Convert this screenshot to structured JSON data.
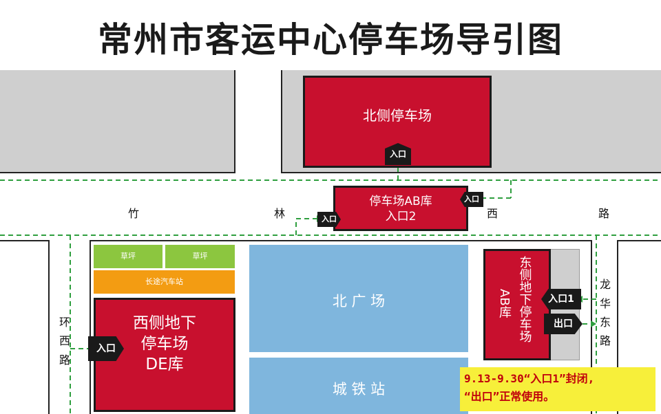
{
  "title": "常州市客运中心停车场导引图",
  "north_lot": {
    "label": "北侧停车场",
    "entrance": "入口"
  },
  "ab_lot_entrance": {
    "line1": "停车场AB库",
    "line2": "入口2",
    "entrance_left": "入口",
    "entrance_right": "入口"
  },
  "road_zhulin": {
    "c1": "竹",
    "c2": "林",
    "c3": "西",
    "c4": "路"
  },
  "road_huanxi": {
    "c1": "环",
    "c2": "西",
    "c3": "路"
  },
  "road_longhua": {
    "c1": "龙",
    "c2": "华",
    "c3": "东",
    "c4": "路"
  },
  "grass_left": "草坪",
  "grass_right": "草坪",
  "bus_station": "长途汽车站",
  "west_lot": {
    "line1": "西侧地下",
    "line2": "停车场",
    "line3": "DE库",
    "entrance": "入口"
  },
  "north_plaza": "北 广 场",
  "metro_station": "城 铁 站",
  "east_lot": {
    "ab": "AB库",
    "name": "东侧地下停车场",
    "entrance1": "入口1",
    "exit": "出口"
  },
  "notice": {
    "line1": "9.13-9.30“入口1”封闭,",
    "line2": "“出口”正常使用。"
  },
  "colors": {
    "lot_red": "#c8102e",
    "plaza_blue": "#7fb6dd",
    "grass_green": "#8cc63f",
    "station_orange": "#f39c12",
    "route_green": "#2e9e3e",
    "notice_yellow": "#f7ef3a"
  }
}
